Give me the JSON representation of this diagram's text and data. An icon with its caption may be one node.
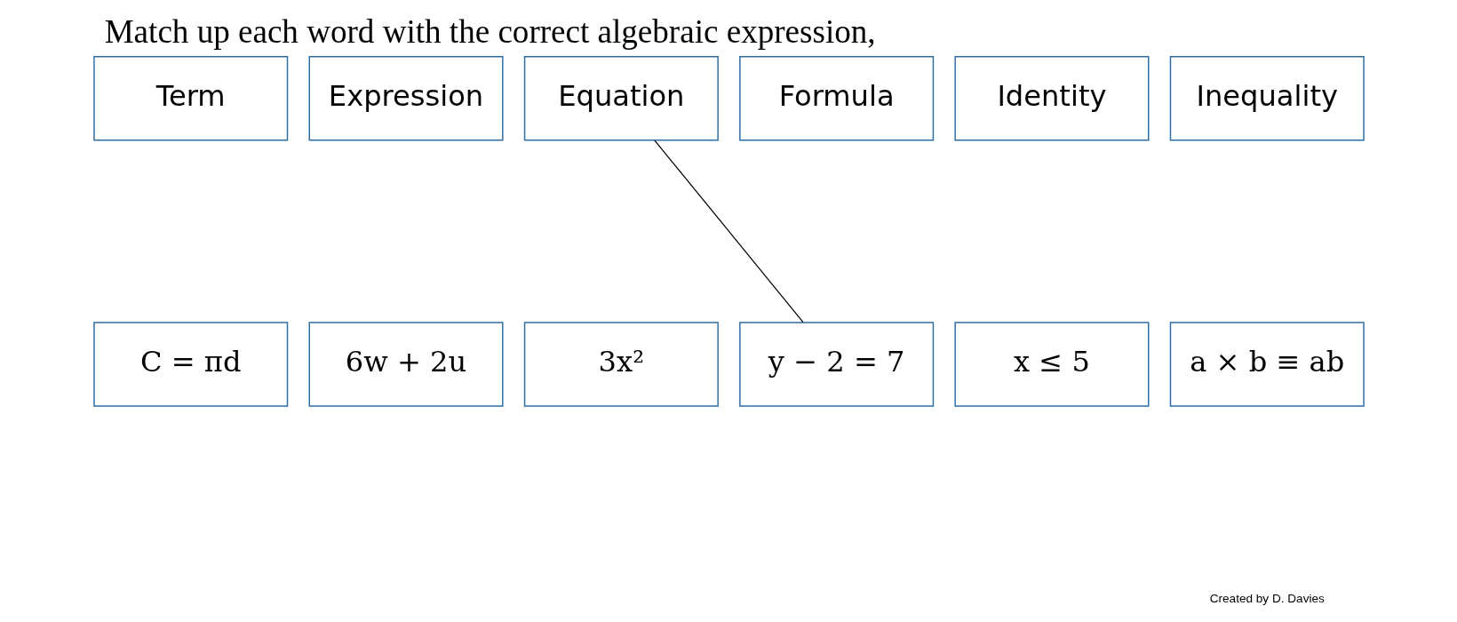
{
  "diagram": {
    "title": "Match up each word with the correct algebraic expression,",
    "nodes": [
      {
        "text": [
          "Term"
        ]
      },
      {
        "text": [
          "Expression"
        ]
      },
      {
        "text": [
          "Equation"
        ]
      },
      {
        "text": [
          "Formula"
        ]
      },
      {
        "text": [
          "Identity"
        ]
      },
      {
        "text": [
          "Inequality"
        ]
      },
      {
        "text": [
          "C = πd"
        ]
      },
      {
        "text": [
          "6w + 2u"
        ]
      },
      {
        "text": [
          "3x²"
        ]
      },
      {
        "text": [
          "y − 2 = 7"
        ]
      },
      {
        "text": [
          "x ≤ 5"
        ]
      },
      {
        "text": [
          "a × b ≡ ab"
        ]
      }
    ],
    "edges": [
      {
        "from": 2,
        "to": 9,
        "arrow": "none"
      }
    ],
    "labels": [
      "Created by D. Davies"
    ]
  }
}
